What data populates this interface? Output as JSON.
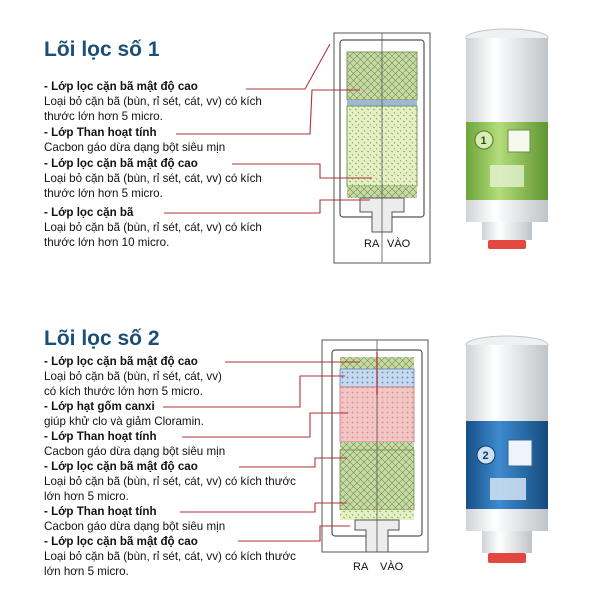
{
  "filter1": {
    "title": "Lõi lọc số 1",
    "layers": [
      {
        "head": "- Lớp lọc cặn bã mật độ cao",
        "desc": [
          "Loại bỏ cặn bã (bùn, rỉ sét, cát, vv) có kích",
          "thước lớn hơn 5 micro."
        ]
      },
      {
        "head": "- Lớp Than hoạt tính",
        "desc": [
          "Cacbon gáo dừa dạng bột siêu mịn"
        ]
      },
      {
        "head": "- Lớp lọc cặn bã  mật độ cao",
        "desc": [
          "Loại bỏ cặn bã (bùn, rỉ sét, cát, vv) có kích",
          "thước lớn hơn 5 micro."
        ]
      },
      {
        "head": "- Lớp lọc cặn bã",
        "desc": [
          "Loại bỏ cặn bã (bùn, rỉ sét, cát, vv) có kích",
          "thước lớn hơn 10 micro."
        ]
      }
    ],
    "out_label": "RA",
    "in_label": "VÀO",
    "cartridge_number": "1",
    "cartridge_color": "#8cc63f"
  },
  "filter2": {
    "title": "Lõi lọc số 2",
    "layers": [
      {
        "head": "- Lớp lọc cặn bã mật độ cao",
        "desc": [
          "Loại bỏ cặn bã (bùn, rỉ sét, cát, vv)",
          "có kích thước lớn hơn 5 micro."
        ]
      },
      {
        "head": "- Lớp hạt gốm canxi",
        "desc": [
          "giúp khử clo và giảm Cloramin."
        ]
      },
      {
        "head": "- Lớp Than hoạt tính",
        "desc": [
          "Cacbon gáo dừa dạng bột siêu mịn"
        ]
      },
      {
        "head": "- Lớp lọc cặn bã  mật độ cao",
        "desc": [
          "Loại bỏ cặn bã (bùn, rỉ sét, cát, vv) có kích thước",
          "lớn hơn 5 micro."
        ]
      },
      {
        "head": "- Lớp Than hoạt tính",
        "desc": [
          "Cacbon gáo dừa dạng bột siêu mịn"
        ]
      },
      {
        "head": " - Lớp lọc cặn bã  mật độ cao",
        "desc": [
          "Loại bỏ cặn bã (bùn, rỉ sét, cát, vv) có kích thước",
          "lớn hơn 5 micro."
        ]
      }
    ],
    "out_label": "RA",
    "in_label": "VÀO",
    "cartridge_number": "2",
    "cartridge_color": "#1f6fb5"
  },
  "colors": {
    "line": "#b0323a",
    "title": "#1a4f7a"
  }
}
